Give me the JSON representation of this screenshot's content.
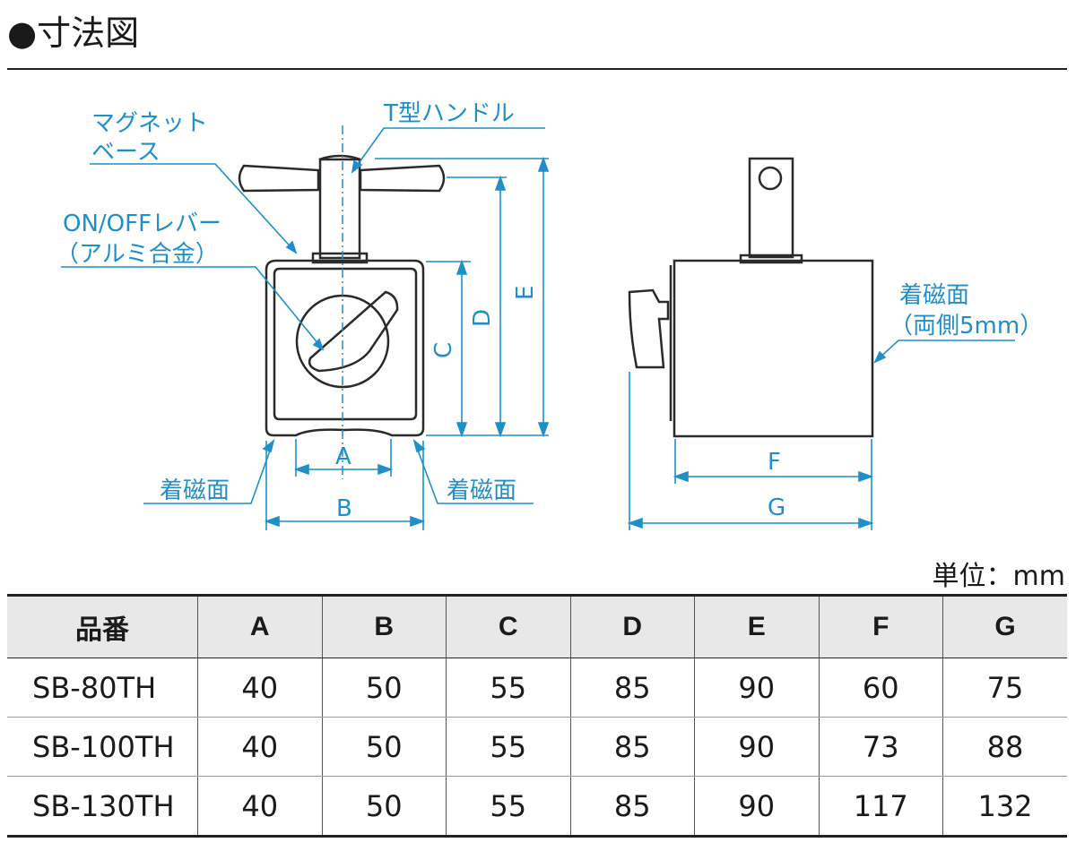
{
  "heading": {
    "bullet": "●",
    "title": "寸法図"
  },
  "labels": {
    "magnet_base_line1": "マグネット",
    "magnet_base_line2": "ベース",
    "t_handle": "T型ハンドル",
    "lever_line1": "ON/OFFレバー",
    "lever_line2": "（アルミ合金）",
    "attract_left": "着磁面",
    "attract_right": "着磁面",
    "attract_side_line1": "着磁面",
    "attract_side_line2": "（両側5mm）"
  },
  "dimension_letters": {
    "A": "A",
    "B": "B",
    "C": "C",
    "D": "D",
    "E": "E",
    "F": "F",
    "G": "G"
  },
  "unit_note": "単位：mm",
  "table": {
    "headers": [
      "品番",
      "A",
      "B",
      "C",
      "D",
      "E",
      "F",
      "G"
    ],
    "rows": [
      [
        "SB-80TH",
        "40",
        "50",
        "55",
        "85",
        "90",
        "60",
        "75"
      ],
      [
        "SB-100TH",
        "40",
        "50",
        "55",
        "85",
        "90",
        "73",
        "88"
      ],
      [
        "SB-130TH",
        "40",
        "50",
        "55",
        "85",
        "90",
        "117",
        "132"
      ]
    ]
  },
  "colors": {
    "accent": "#1f8fc9",
    "outline": "#2a2a2a",
    "header_bg": "#e8e8e8"
  }
}
